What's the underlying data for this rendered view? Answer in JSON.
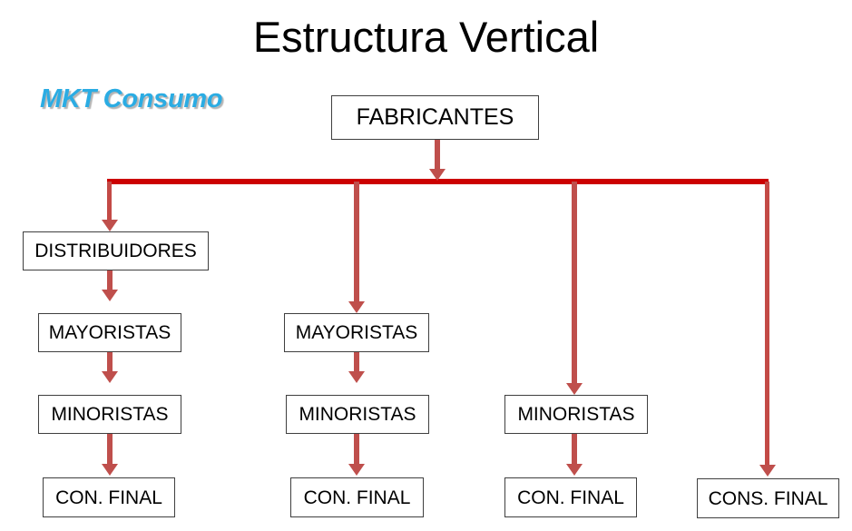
{
  "page": {
    "title": "Estructura Vertical",
    "badge_label": "MKT Consumo",
    "background_color": "#FFFFFF",
    "title_color": "#000000",
    "badge_color": "#2BACE3",
    "bus_color": "#CC0101",
    "arrow_color": "#BF4F4C",
    "box_border_color": "#3F3F3F"
  },
  "diagram": {
    "type": "vertical-distribution-channel",
    "root": {
      "label": "FABRICANTES"
    },
    "columns": [
      {
        "name": "column-1",
        "nodes": [
          {
            "label": "DISTRIBUIDORES"
          },
          {
            "label": "MAYORISTAS"
          },
          {
            "label": "MINORISTAS"
          },
          {
            "label": "CON. FINAL"
          }
        ]
      },
      {
        "name": "column-2",
        "nodes": [
          {
            "label": "MAYORISTAS"
          },
          {
            "label": "MINORISTAS"
          },
          {
            "label": "CON. FINAL"
          }
        ]
      },
      {
        "name": "column-3",
        "nodes": [
          {
            "label": "MINORISTAS"
          },
          {
            "label": "CON. FINAL"
          }
        ]
      },
      {
        "name": "column-4",
        "nodes": [
          {
            "label": "CONS. FINAL"
          }
        ]
      }
    ]
  }
}
